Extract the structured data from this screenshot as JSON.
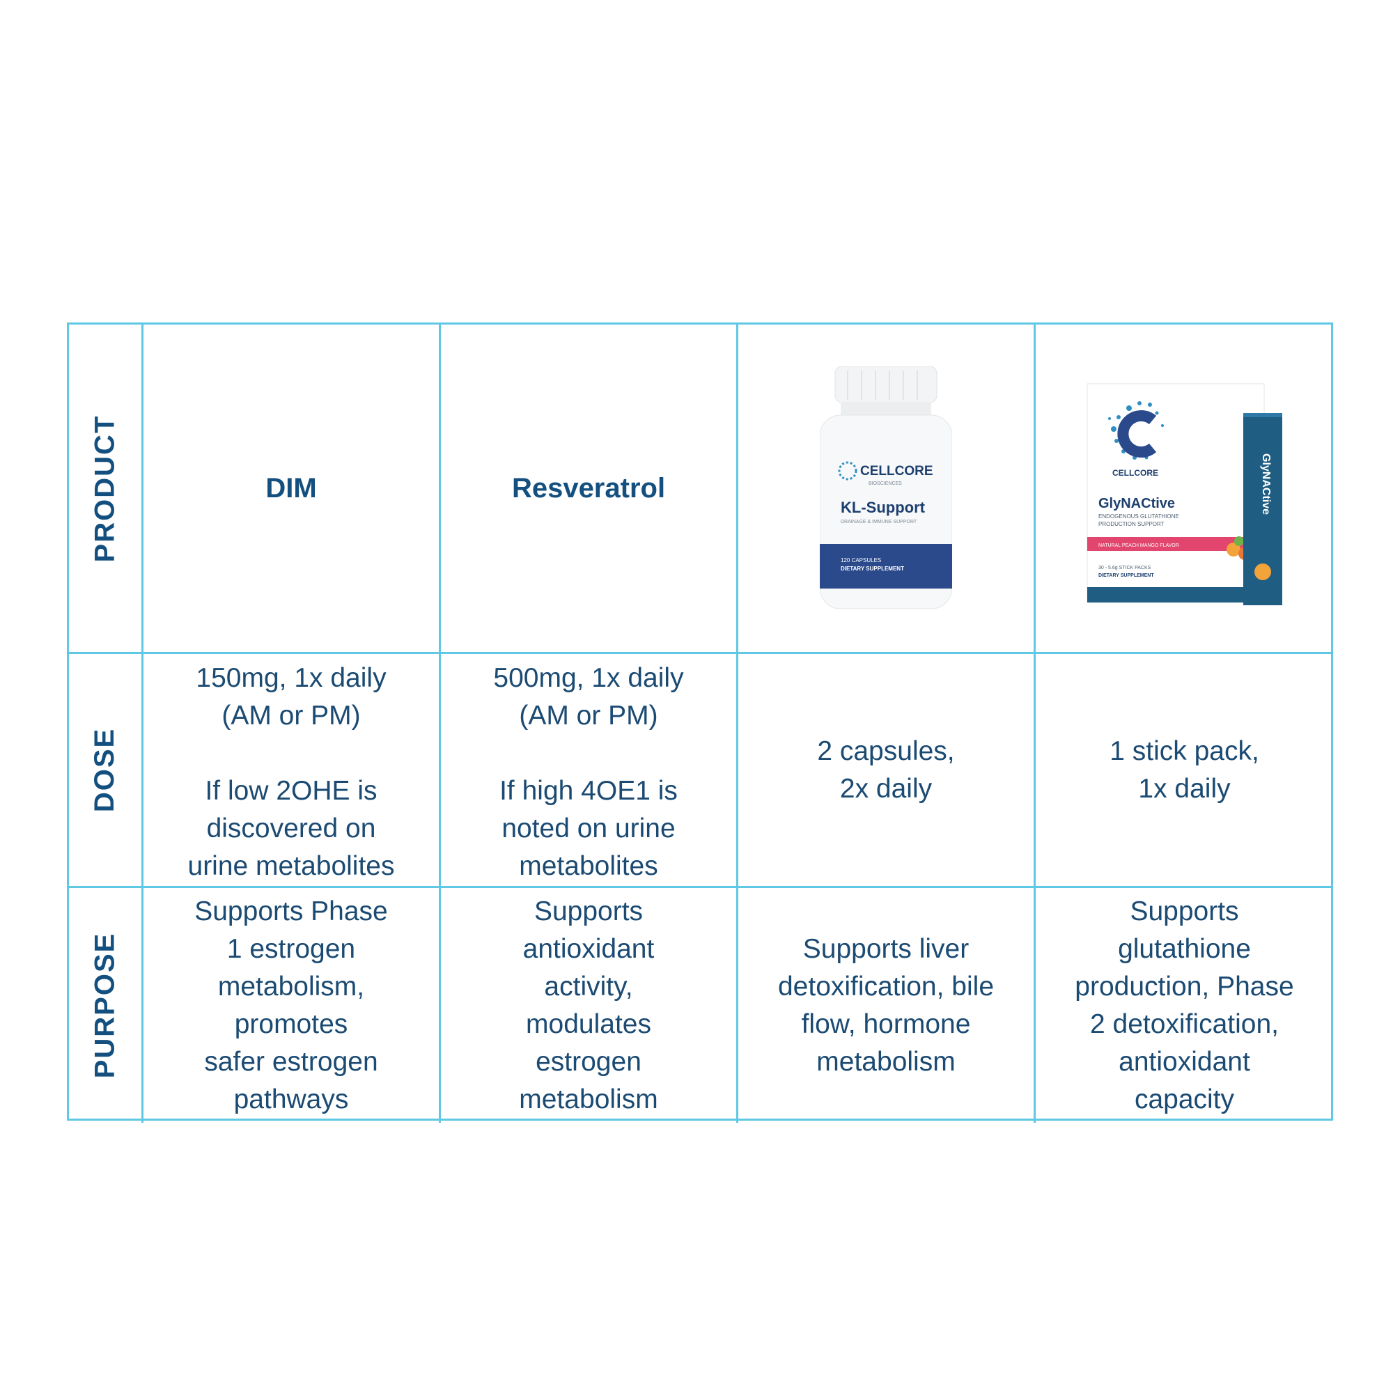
{
  "rows": {
    "product": "PRODUCT",
    "dose": "DOSE",
    "purpose": "PURPOSE"
  },
  "products": [
    {
      "name": "DIM",
      "dose": "150mg, 1x daily\n(AM or PM)\n\nIf low 2OHE is\ndiscovered on\nurine metabolites",
      "purpose": "Supports Phase\n1 estrogen\nmetabolism,\npromotes\nsafer estrogen\npathways"
    },
    {
      "name": "Resveratrol",
      "dose": "500mg, 1x daily\n(AM or PM)\n\nIf high 4OE1 is\nnoted on urine\nmetabolites",
      "purpose": "Supports\nantioxidant\nactivity,\nmodulates\nestrogen\nmetabolism"
    },
    {
      "image": {
        "brand": "CELLCORE",
        "brand_sub": "BIOSCIENCES",
        "name": "KL-Support",
        "tagline": "DRAINAGE & IMMUNE SUPPORT",
        "count": "120 CAPSULES",
        "type": "DIETARY SUPPLEMENT"
      },
      "dose": "2 capsules,\n2x daily",
      "purpose": "Supports liver\ndetoxification, bile\nflow, hormone\nmetabolism"
    },
    {
      "image": {
        "brand": "CELLCORE",
        "name": "GlyNACtive",
        "tagline_1": "ENDOGENOUS GLUTATHIONE",
        "tagline_2": "PRODUCTION SUPPORT",
        "flavor": "NATURAL PEACH MANGO FLAVOR",
        "count": "30 - 5.6g STICK PACKS",
        "type": "DIETARY SUPPLEMENT"
      },
      "dose": "1 stick pack,\n1x daily",
      "purpose": "Supports\nglutathione\nproduction, Phase\n2 detoxification,\nantioxidant\ncapacity"
    }
  ],
  "colors": {
    "border": "#5fc8e4",
    "text": "#1b4a72",
    "heading": "#14507f"
  }
}
